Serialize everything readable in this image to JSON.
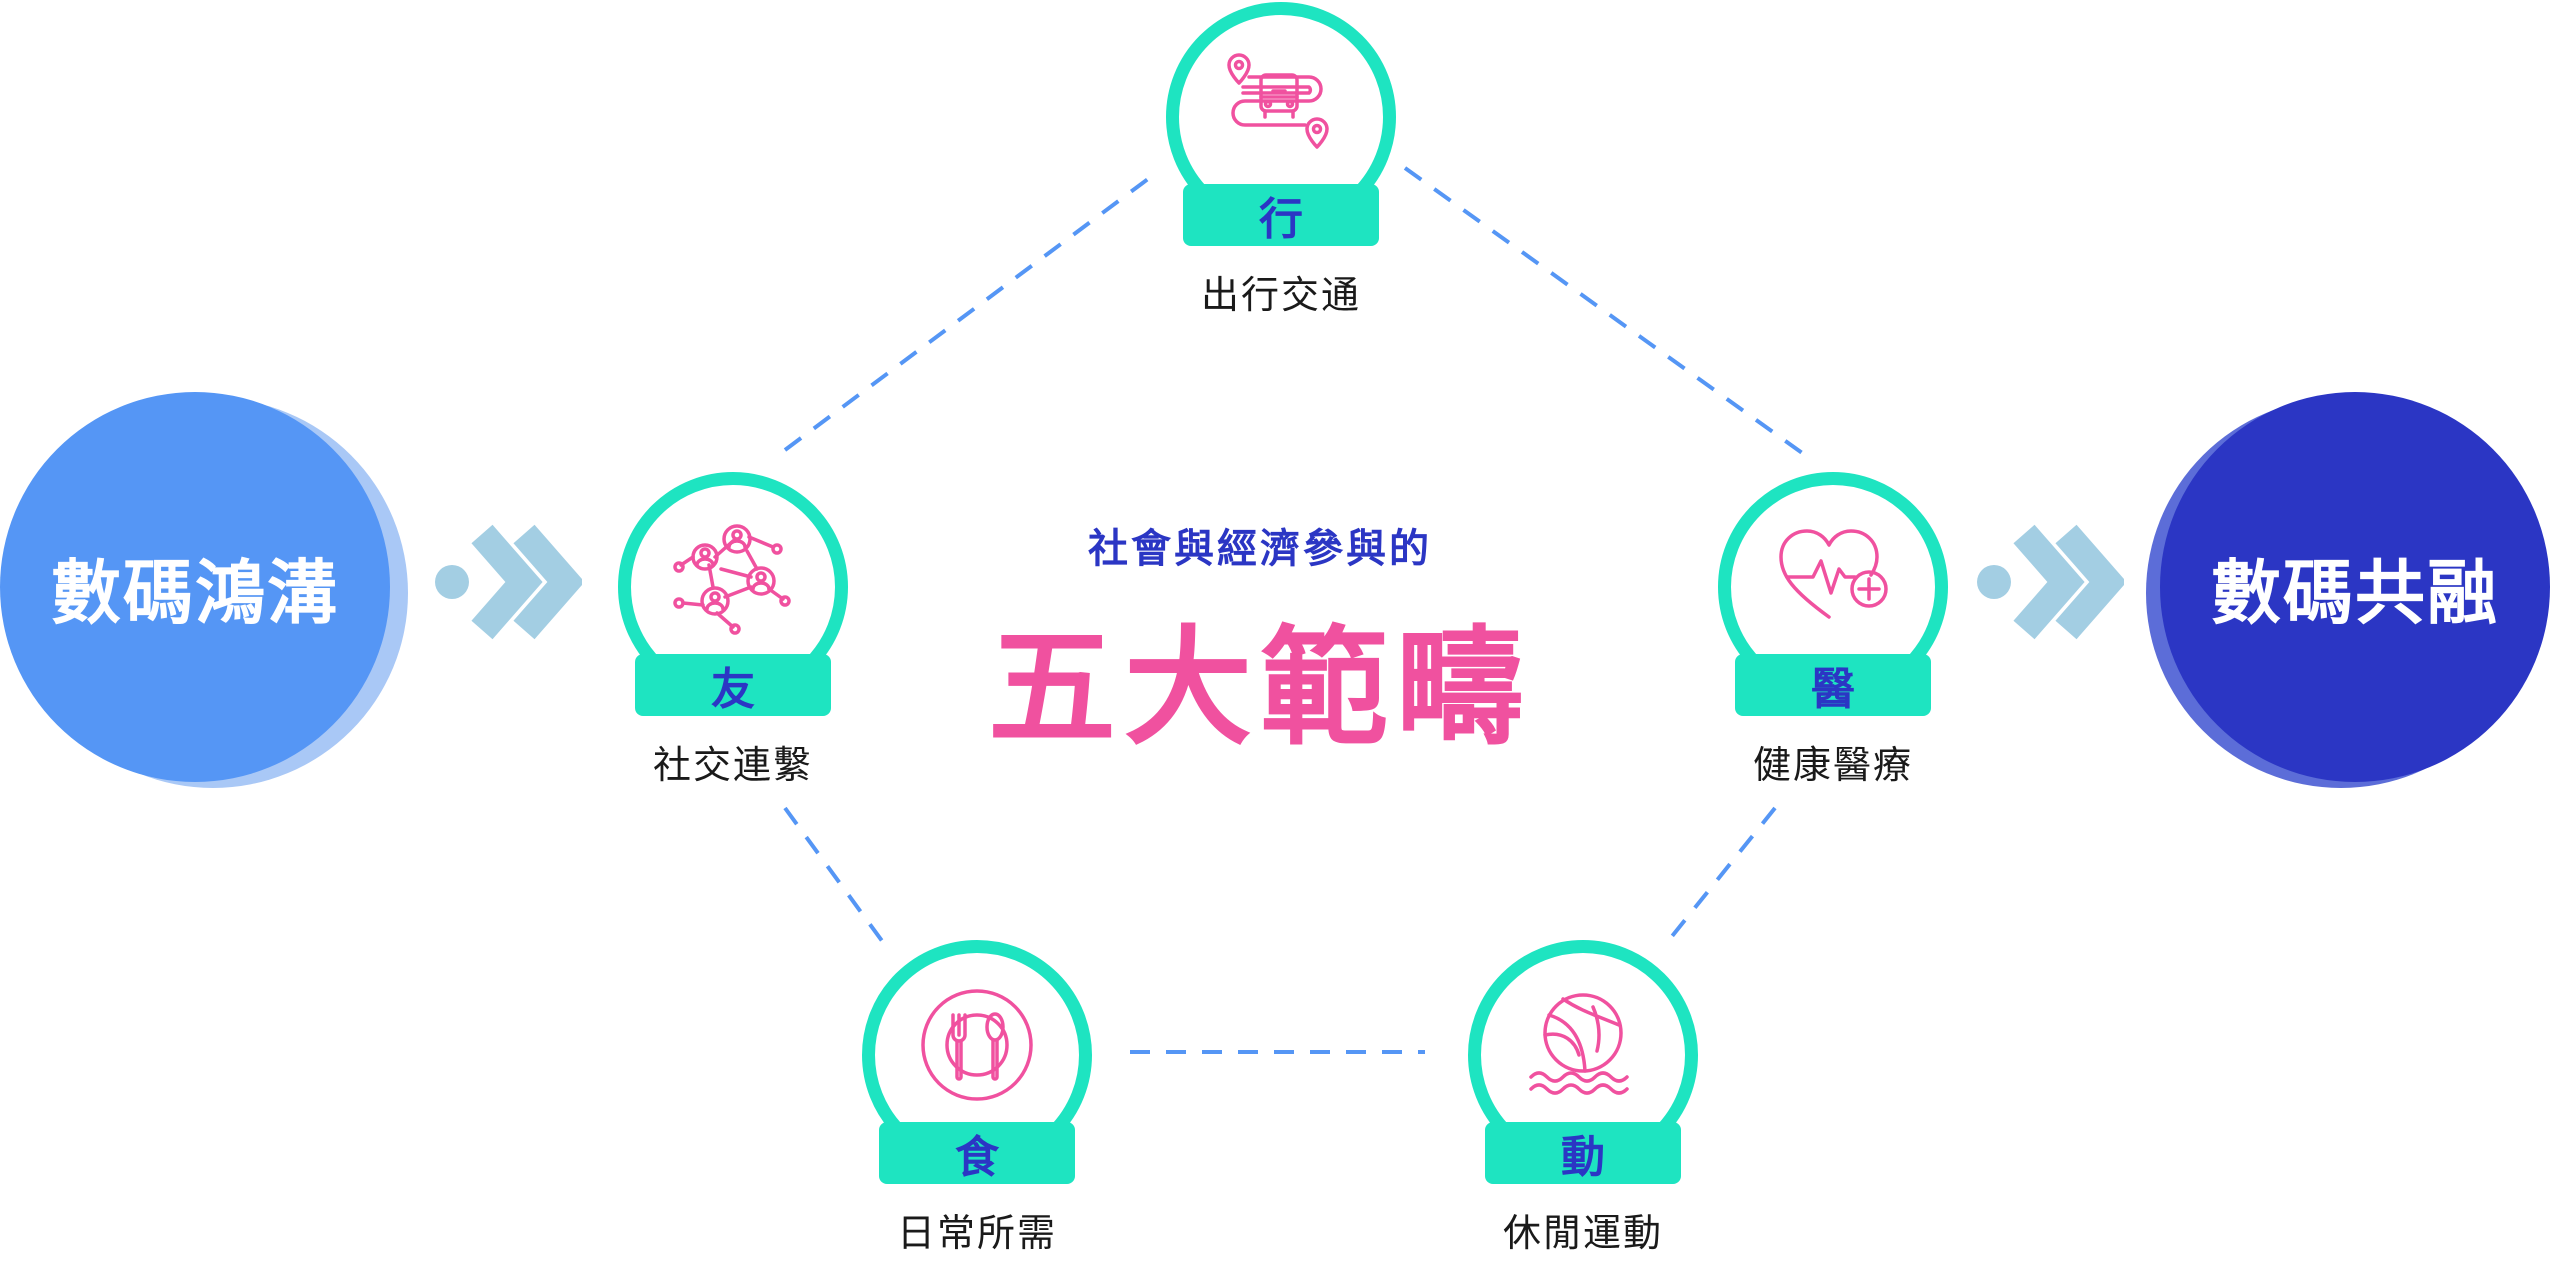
{
  "colors": {
    "accent_teal": "#1ee4c1",
    "icon_pink": "#f0519f",
    "title_blue": "#2b36c4",
    "start_blue": "#5596f5",
    "end_navy": "#2b36c4",
    "dashed_line": "#5596f5",
    "chevron": "#a3cee3"
  },
  "start": {
    "label": "數碼鴻溝"
  },
  "end": {
    "label": "數碼共融"
  },
  "center": {
    "subtitle": "社會與經濟參與的",
    "title": "五大範疇"
  },
  "nodes": {
    "travel": {
      "tag": "行",
      "caption": "出行交通",
      "icon": "bus-route-icon"
    },
    "friend": {
      "tag": "友",
      "caption": "社交連繫",
      "icon": "social-network-icon"
    },
    "medical": {
      "tag": "醫",
      "caption": "健康醫療",
      "icon": "heart-health-icon"
    },
    "food": {
      "tag": "食",
      "caption": "日常所需",
      "icon": "dining-icon"
    },
    "sport": {
      "tag": "動",
      "caption": "休閒運動",
      "icon": "beach-ball-icon"
    }
  }
}
